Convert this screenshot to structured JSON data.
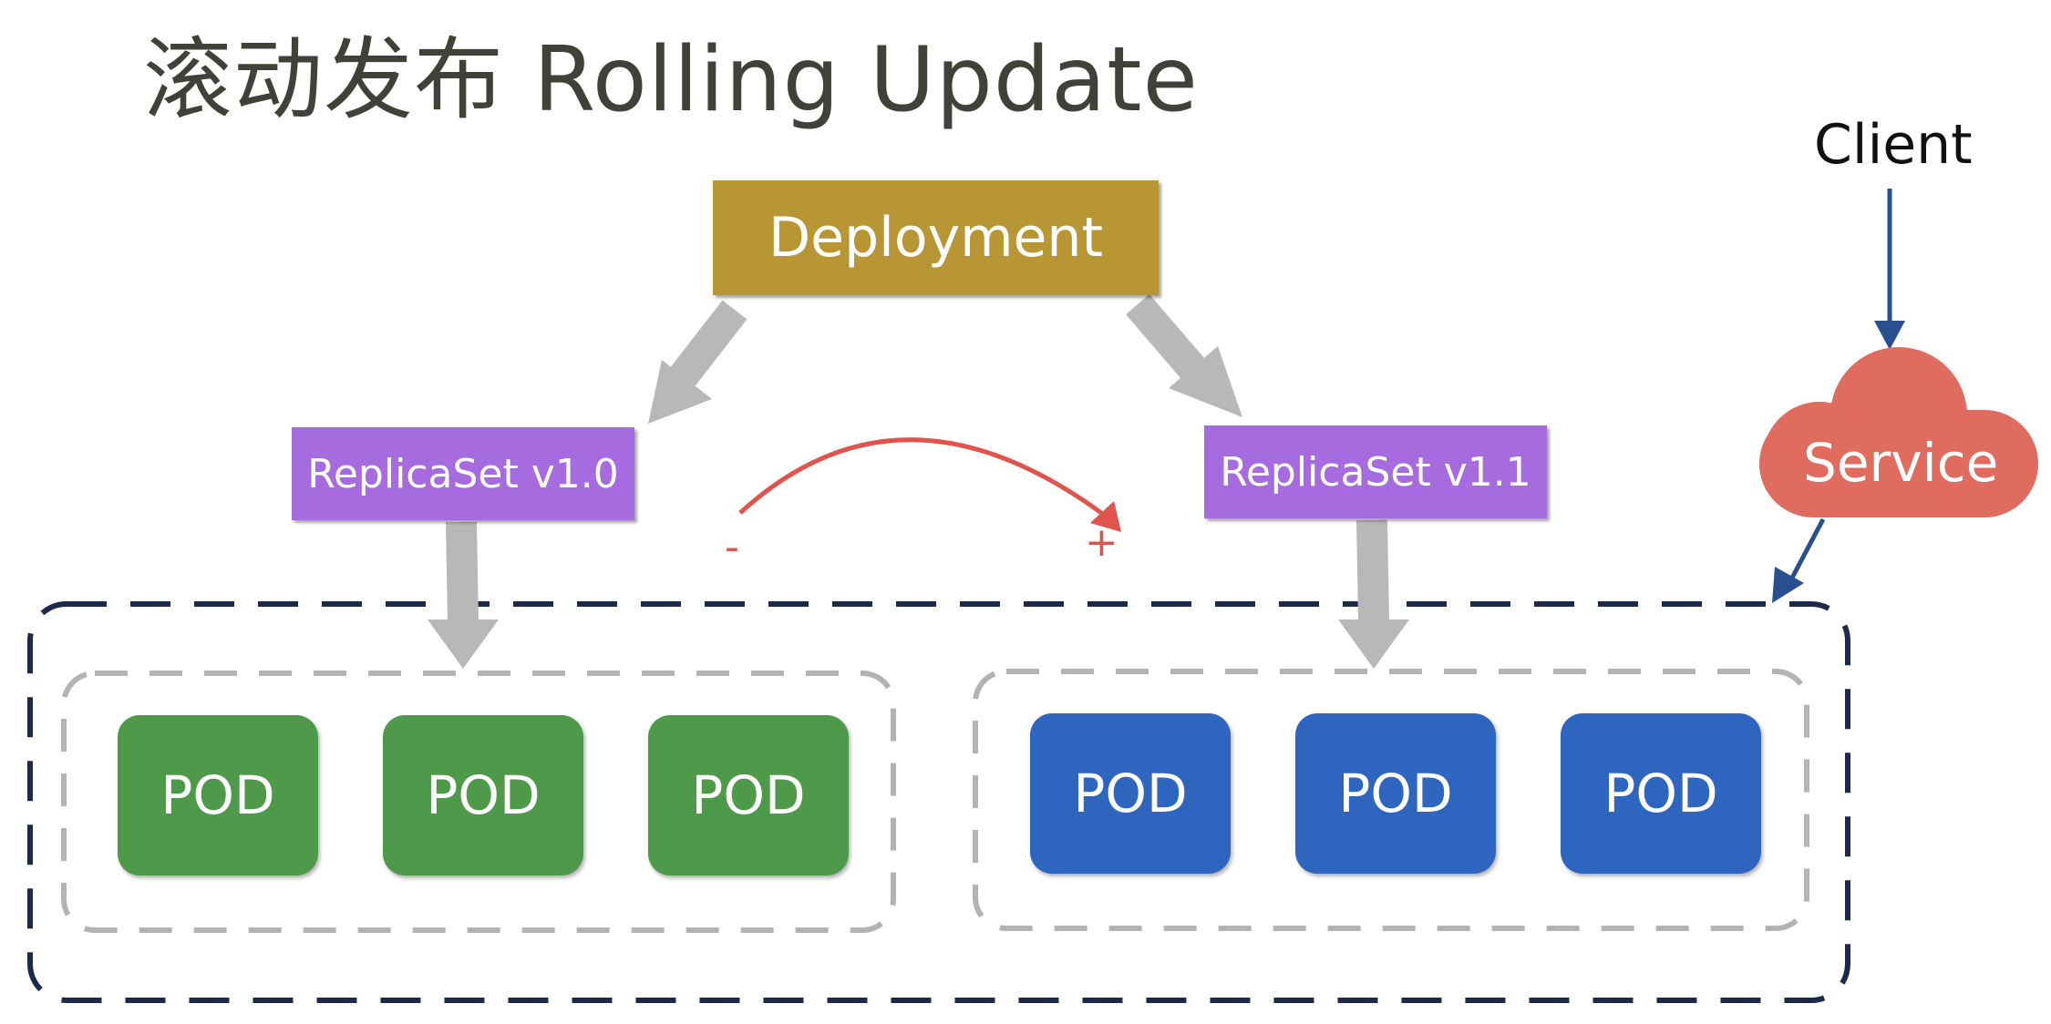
{
  "title": "滚动发布 Rolling Update",
  "client": "Client",
  "deployment": "Deployment",
  "replicasets": {
    "old": "ReplicaSet v1.0",
    "new": "ReplicaSet v1.1"
  },
  "pods": {
    "old": [
      "POD",
      "POD",
      "POD"
    ],
    "new": [
      "POD",
      "POD",
      "POD"
    ]
  },
  "service": "Service",
  "transition": {
    "minus": "-",
    "plus": "+"
  },
  "colors": {
    "deployment": "#b99634",
    "replicaset": "#a66bdf",
    "pod_old": "#4e9a4a",
    "pod_new": "#2e65bf",
    "service": "#e06b5f",
    "dash_outer": "#1b2a4a",
    "dash_inner": "#b3b3b3",
    "arrow": "#b8b8b8"
  }
}
